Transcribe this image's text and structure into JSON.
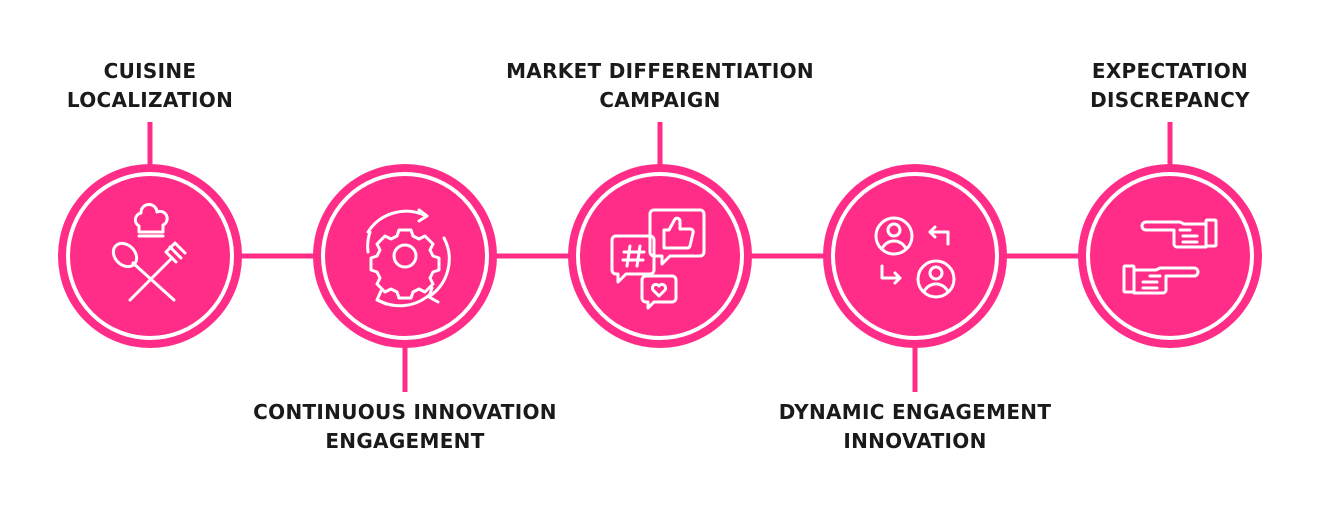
{
  "accent_color": "#ff2d87",
  "steps": [
    {
      "icon": "chef-utensils-icon",
      "label_lines": [
        "CUISINE",
        "LOCALIZATION"
      ]
    },
    {
      "icon": "gear-cycle-icon",
      "label_lines": [
        "CONTINUOUS INNOVATION",
        "ENGAGEMENT"
      ]
    },
    {
      "icon": "social-media-icon",
      "label_lines": [
        "MARKET DIFFERENTIATION",
        "CAMPAIGN"
      ]
    },
    {
      "icon": "user-exchange-icon",
      "label_lines": [
        "DYNAMIC ENGAGEMENT",
        "INNOVATION"
      ]
    },
    {
      "icon": "pointing-hands-icon",
      "label_lines": [
        "EXPECTATION",
        "DISCREPANCY"
      ]
    }
  ]
}
